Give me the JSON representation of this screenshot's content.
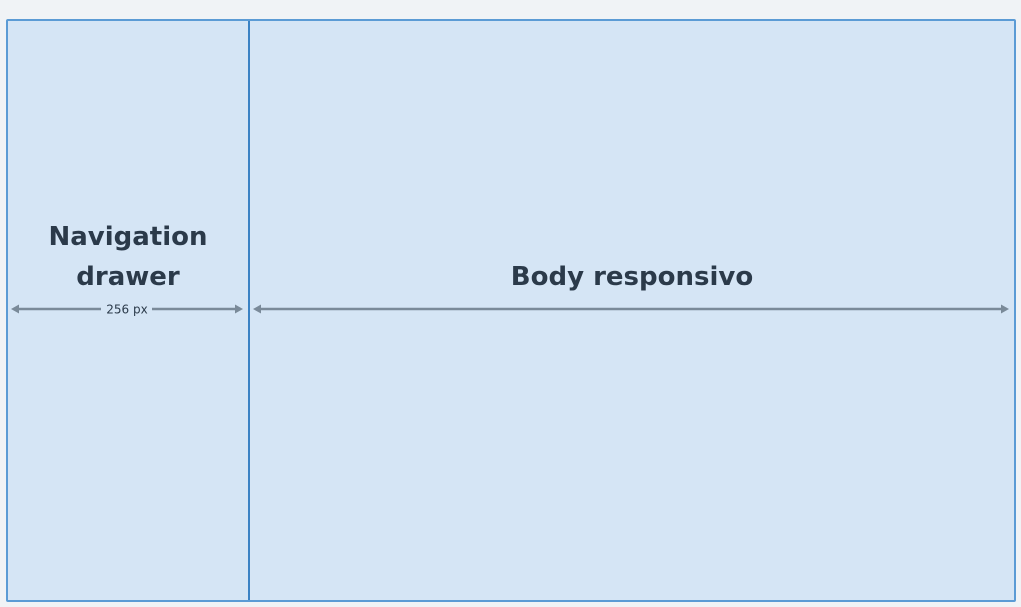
{
  "diagram": {
    "drawer_label_line1": "Navigation",
    "drawer_label_line2": "drawer",
    "drawer_width_label": "256 px",
    "body_label": "Body responsivo"
  },
  "colors": {
    "background": "#f0f3f6",
    "panel_fill": "#d5e5f5",
    "panel_border": "#5b9bd5",
    "divider": "#3b82c4",
    "arrow": "#7a8a99",
    "text": "#2b3a4a"
  }
}
